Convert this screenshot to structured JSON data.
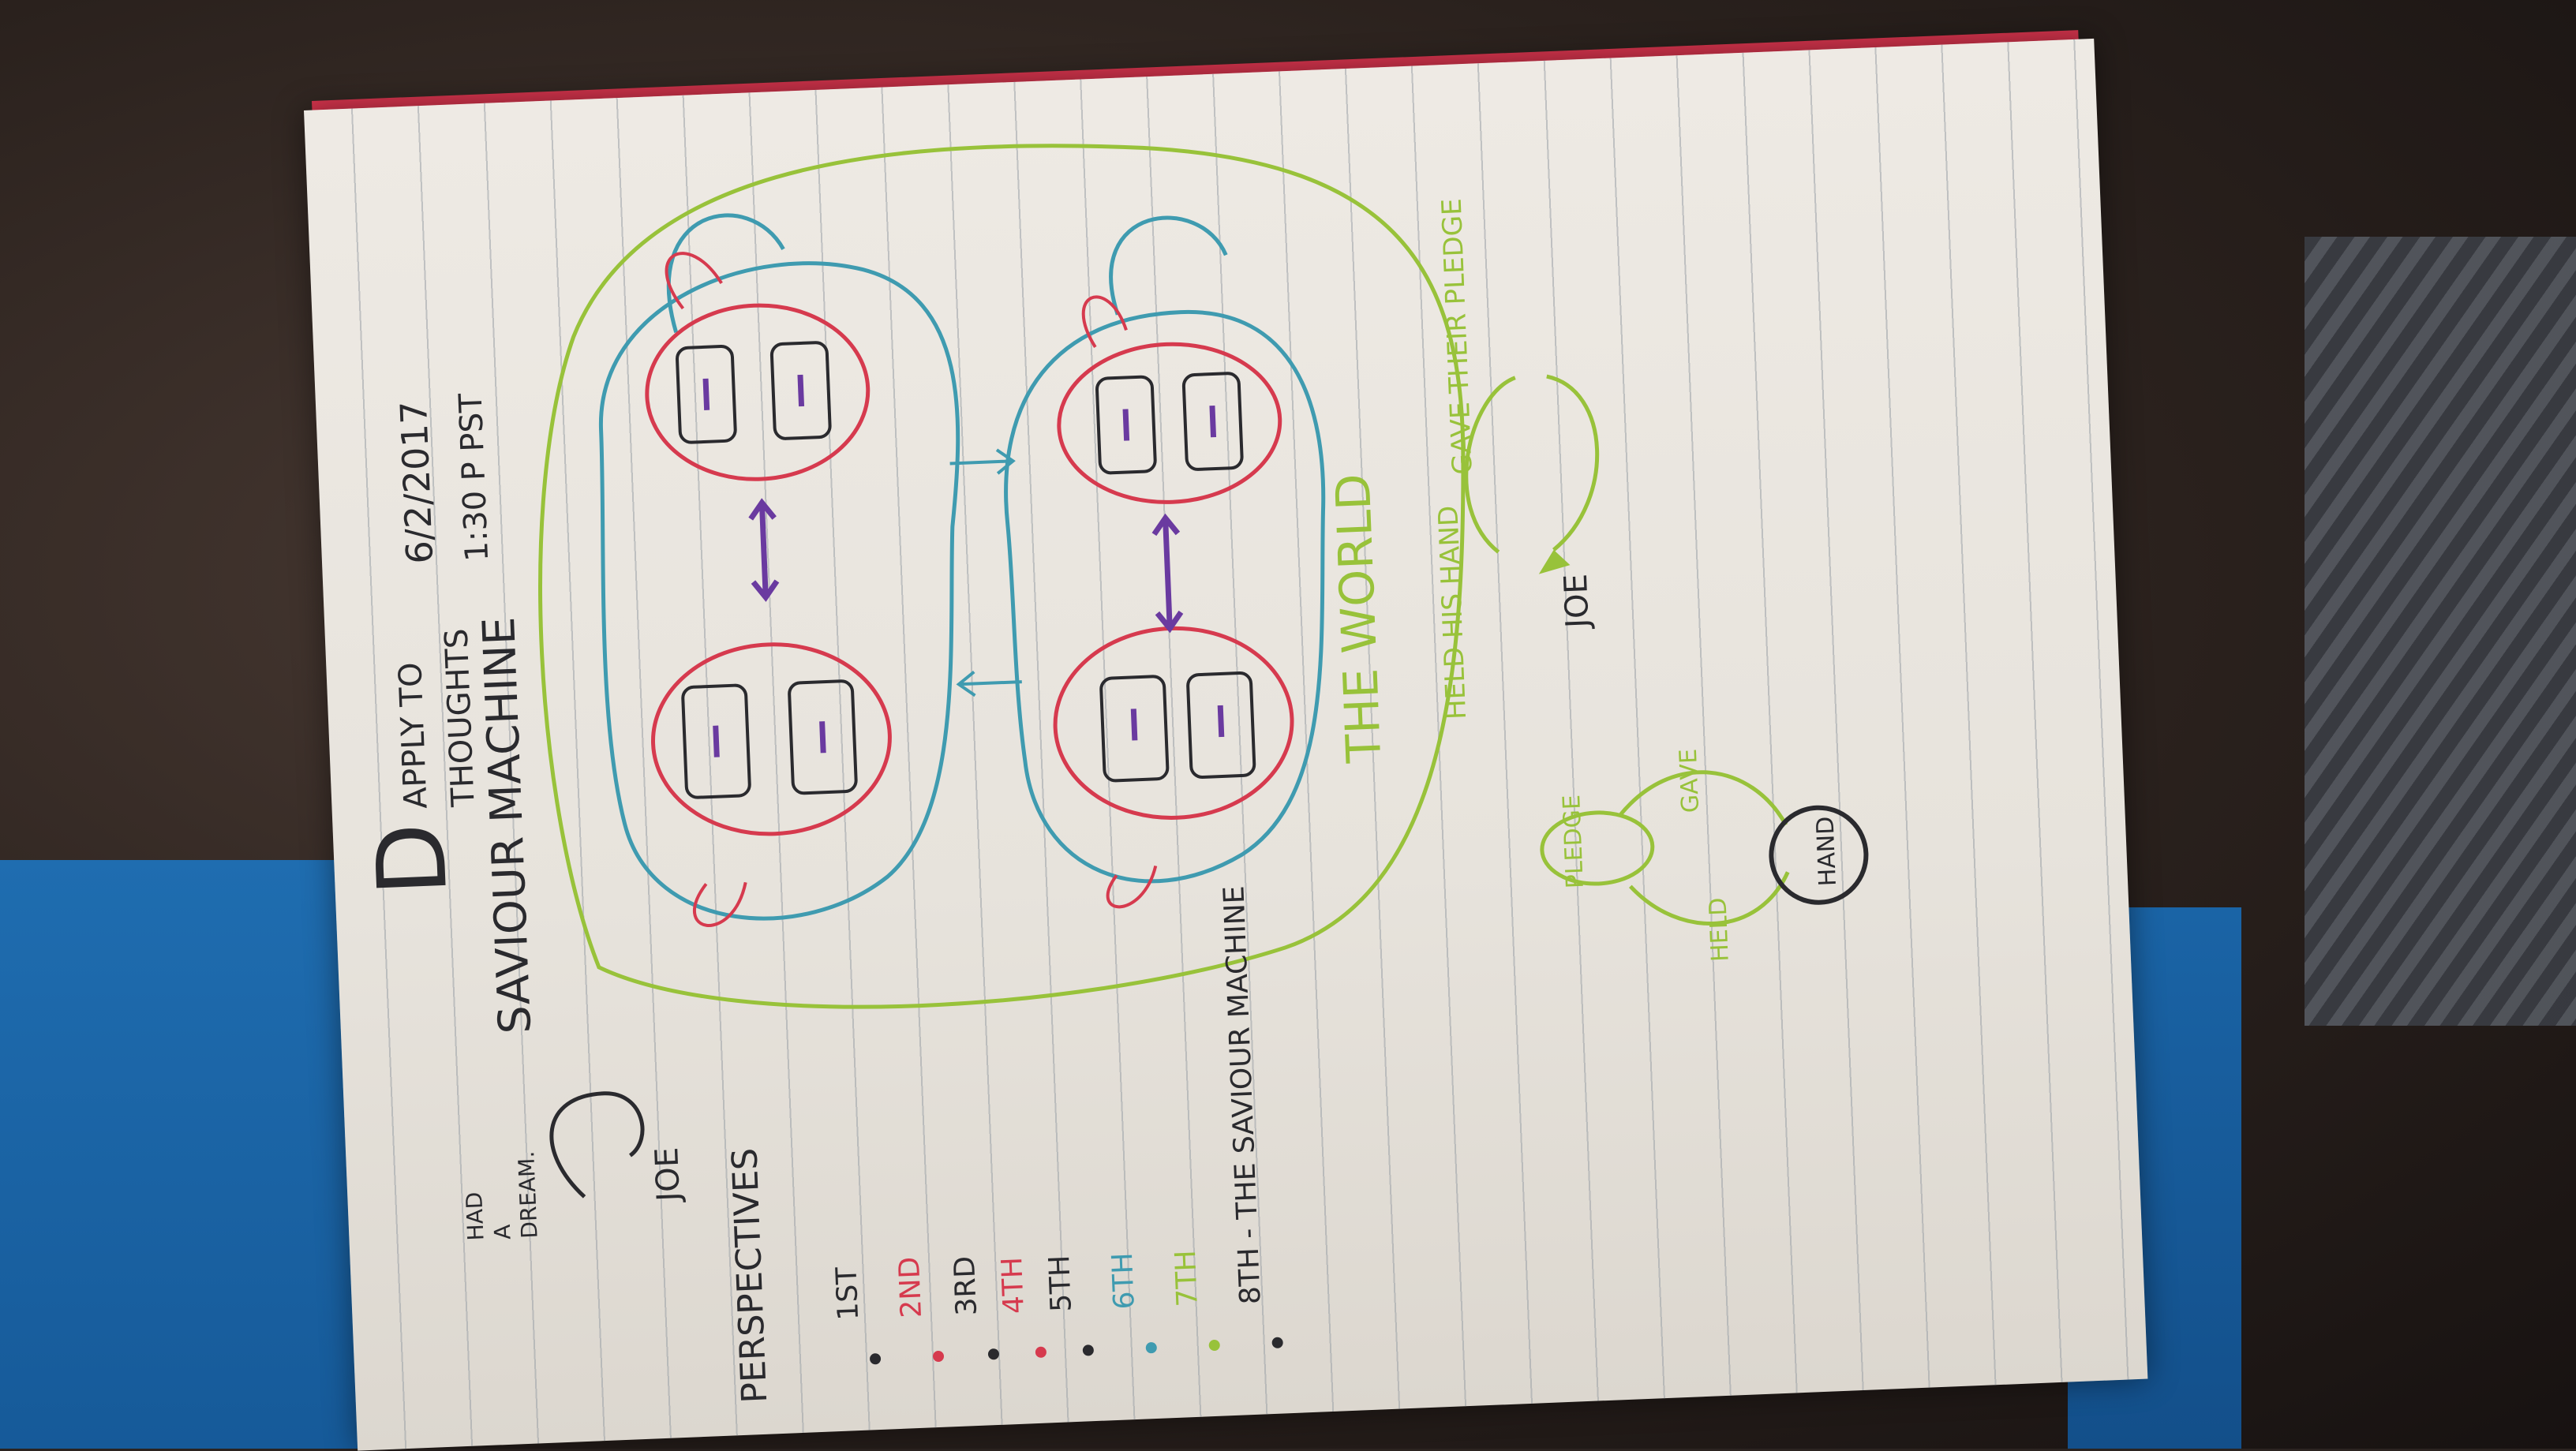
{
  "notebook": {
    "header": {
      "letter": "D",
      "line1": "APPLY TO",
      "line2": "THOUGHTS",
      "date": "6/2/2017",
      "time": "1:30 P PST"
    },
    "title": "SAVIOUR MACHINE",
    "dream": {
      "line1": "HAD",
      "line2": "A",
      "line3": "DREAM.",
      "name": "JOE"
    },
    "world_label": "THE WORLD",
    "cycle_top": {
      "left": "HELD HIS HAND",
      "right": "GAVE THEIR PLEDGE",
      "name": "JOE"
    },
    "cycle_bottom": {
      "pledge": "PLEDGE",
      "gave": "GAVE",
      "held": "HELD",
      "hand": "HAND"
    },
    "perspectives": {
      "heading": "PERSPECTIVES",
      "items": [
        "1ST",
        "2ND",
        "3RD",
        "4TH",
        "5TH",
        "6TH",
        "7TH",
        "8TH - THE SAVIOUR MACHINE"
      ]
    },
    "colors": {
      "ink_black": "#2a2a2e",
      "ink_red": "#d63a4e",
      "ink_blue": "#3f9bb0",
      "ink_green": "#98c23a",
      "ink_purple": "#6a3aa0",
      "page": "#ebe7e1"
    }
  }
}
